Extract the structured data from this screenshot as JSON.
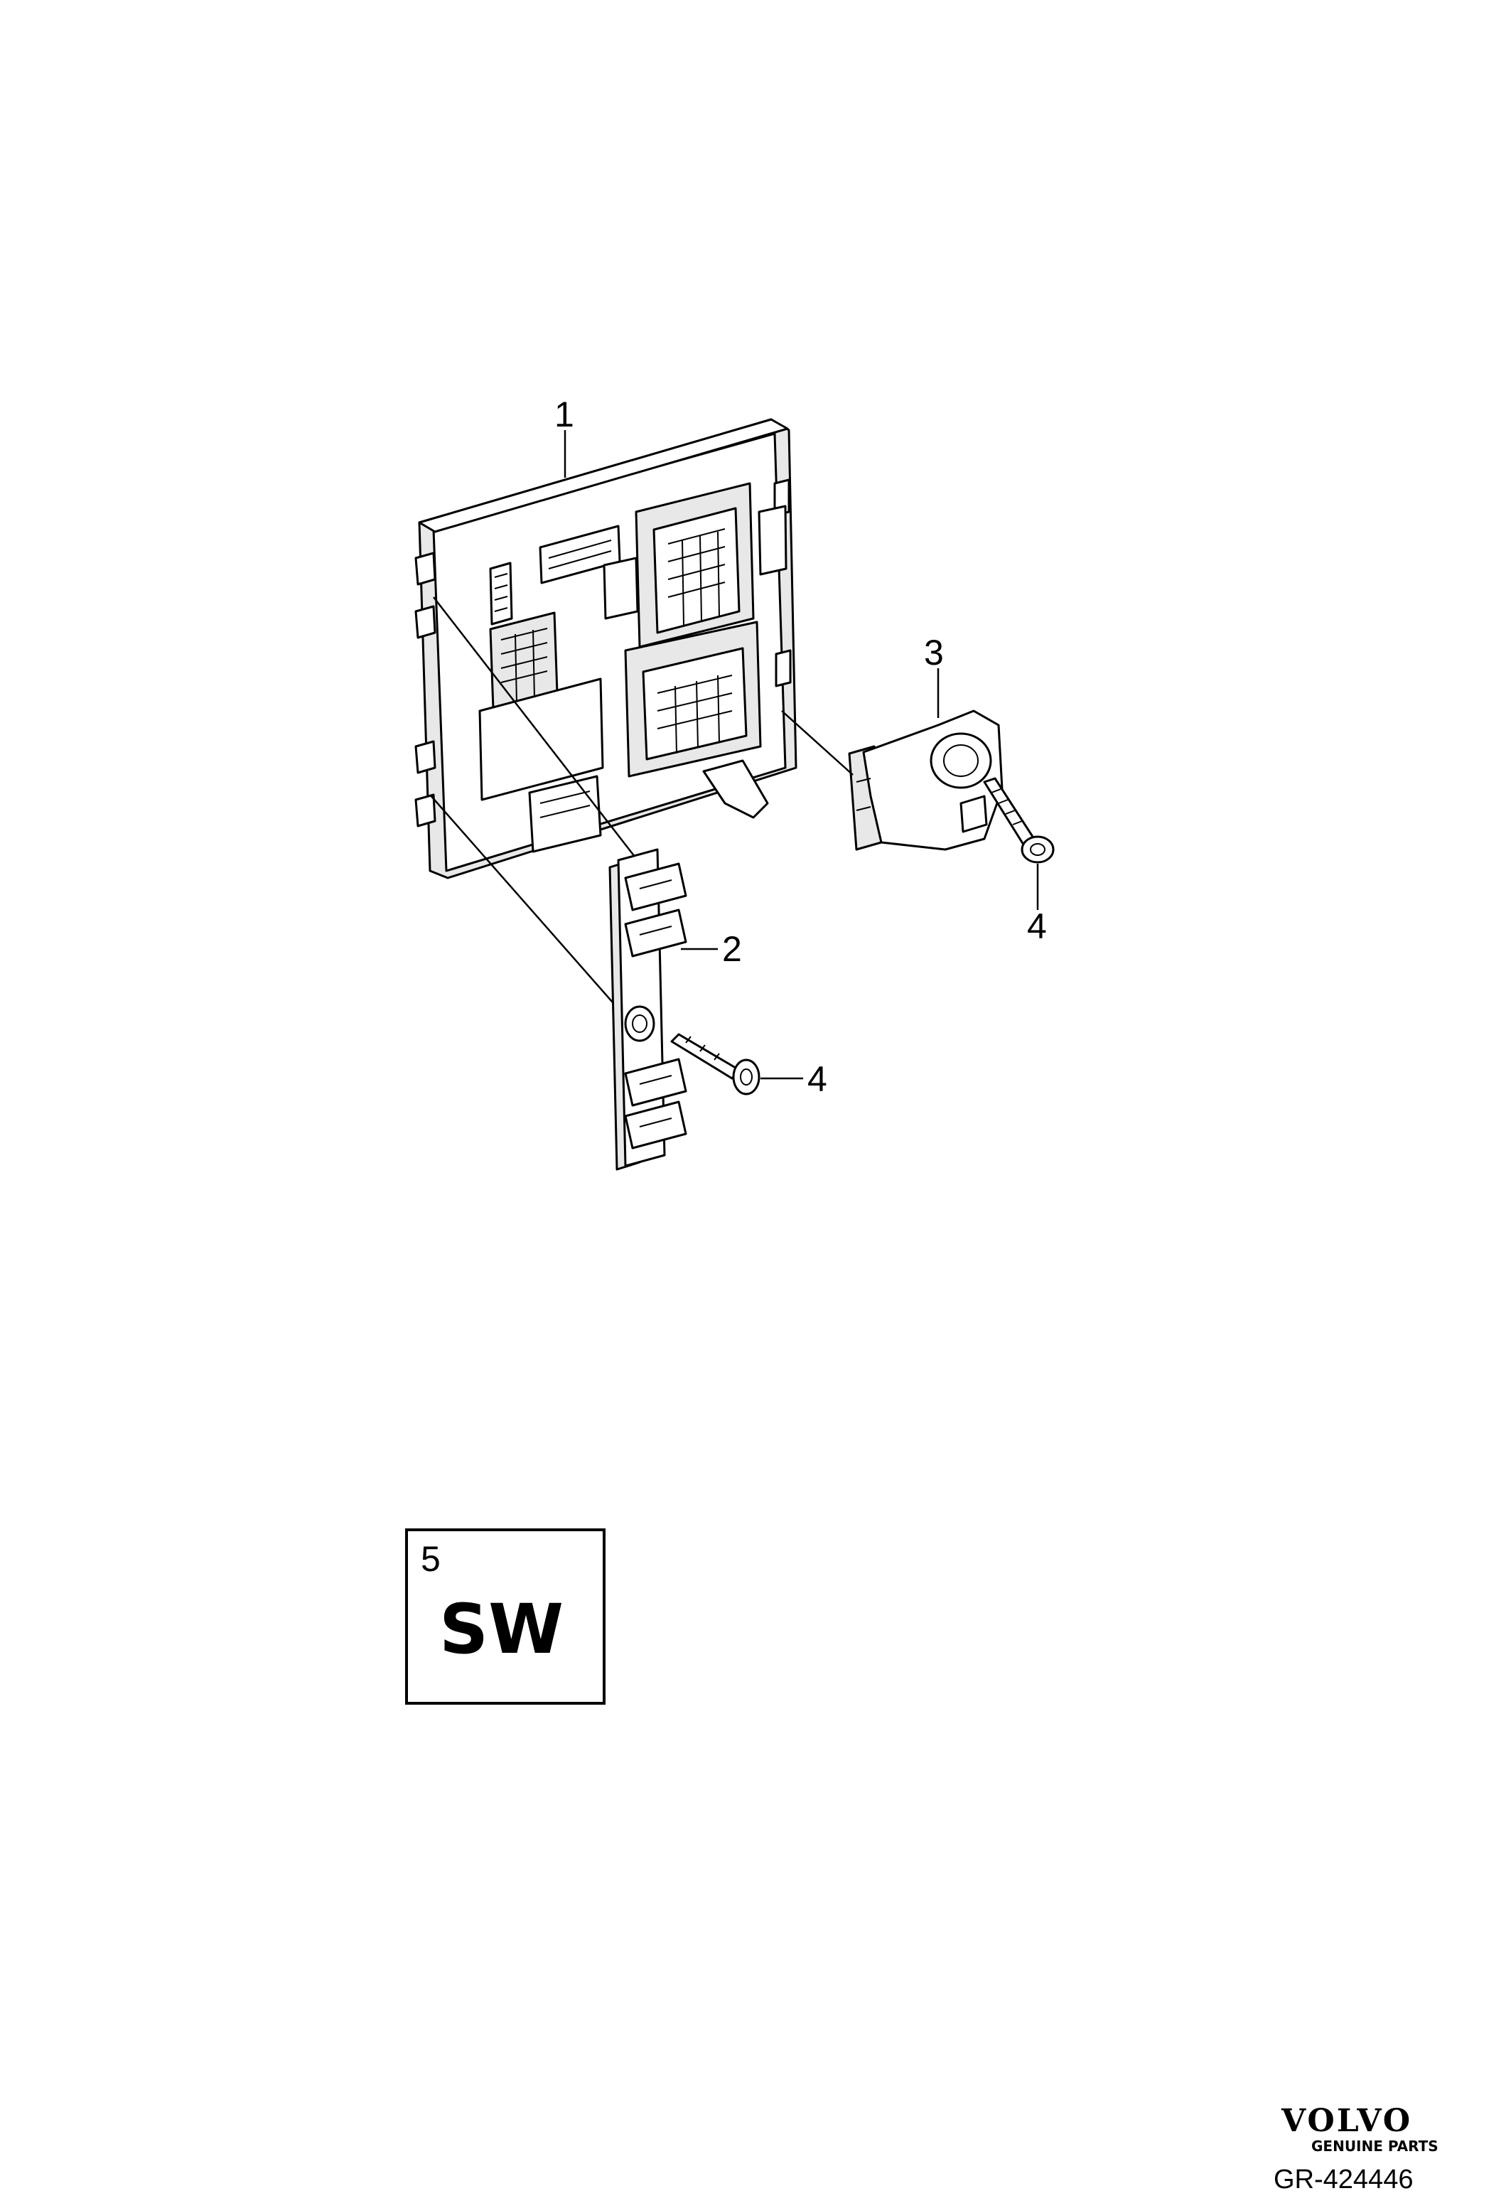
{
  "callouts": {
    "c1": "1",
    "c2": "2",
    "c3": "3",
    "c4a": "4",
    "c4b": "4"
  },
  "software_box": {
    "number": "5",
    "label": "SW"
  },
  "brand": {
    "name": "VOLVO",
    "tagline": "GENUINE PARTS"
  },
  "reference": "GR-424446"
}
